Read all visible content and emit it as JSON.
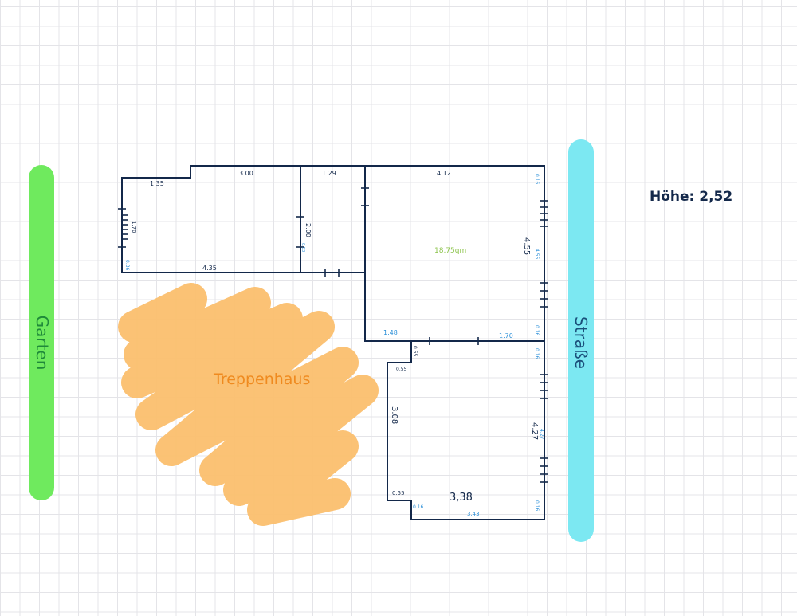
{
  "colors": {
    "wall": "#13284a",
    "garden": "#6fea5e",
    "street": "#7ce8f2",
    "stair": "#fbbf6e",
    "stair_text": "#ef8a1f",
    "area_text": "#8bc34a",
    "blue_label": "#2b8fd8"
  },
  "labels": {
    "garten": "Garten",
    "strasse": "Straße",
    "treppenhaus": "Treppenhaus",
    "hoehe": "Höhe:  2,52"
  },
  "room_top_left": {
    "m_top_a": "1.35",
    "m_top_b": "3.00",
    "m_left": "1.70",
    "m_bottom": "4.35",
    "m_corner": "0.36"
  },
  "room_top_middle": {
    "m_top": "1.29",
    "m_side": "2.00",
    "m_small": "0.53"
  },
  "room_top_right": {
    "m_top": "4.12",
    "area": "18,75qm",
    "m_right": "4.55",
    "m_right_blue": "4.55",
    "m_corner_a": "0.16",
    "m_bottom_a": "1.48",
    "m_bottom_b": "1.70",
    "m_corner_b": "0.16"
  },
  "room_bottom": {
    "m_corner_top": "0.16",
    "m_step_top": "0.55",
    "m_step_left": "0.55",
    "m_left": "3.08",
    "m_right": "4.27",
    "m_right_blue": "4.27",
    "m_step_bottom": "0.55",
    "m_step_inner": "0.16",
    "m_bottom_black": "3,38",
    "m_bottom_blue": "3.43",
    "m_corner_bottom": "0.16"
  }
}
